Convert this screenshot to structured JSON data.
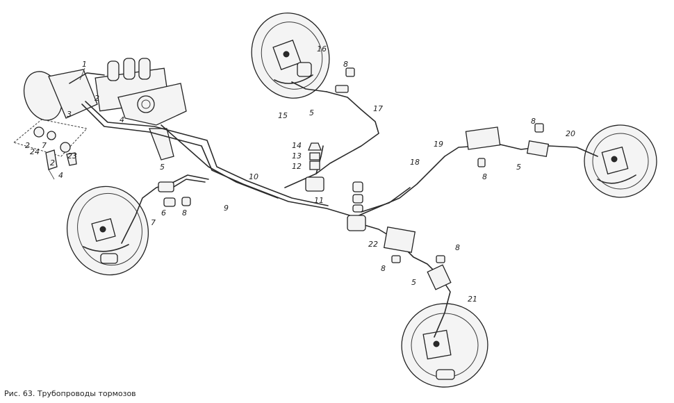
{
  "caption": "Рис. 63. Трубопроводы тормозов",
  "callouts": [
    "1",
    "2",
    "3",
    "4",
    "5",
    "6",
    "7",
    "8",
    "9",
    "10",
    "11",
    "12",
    "13",
    "14",
    "15",
    "16",
    "17",
    "18",
    "19",
    "20",
    "21",
    "22",
    "23",
    "24"
  ]
}
